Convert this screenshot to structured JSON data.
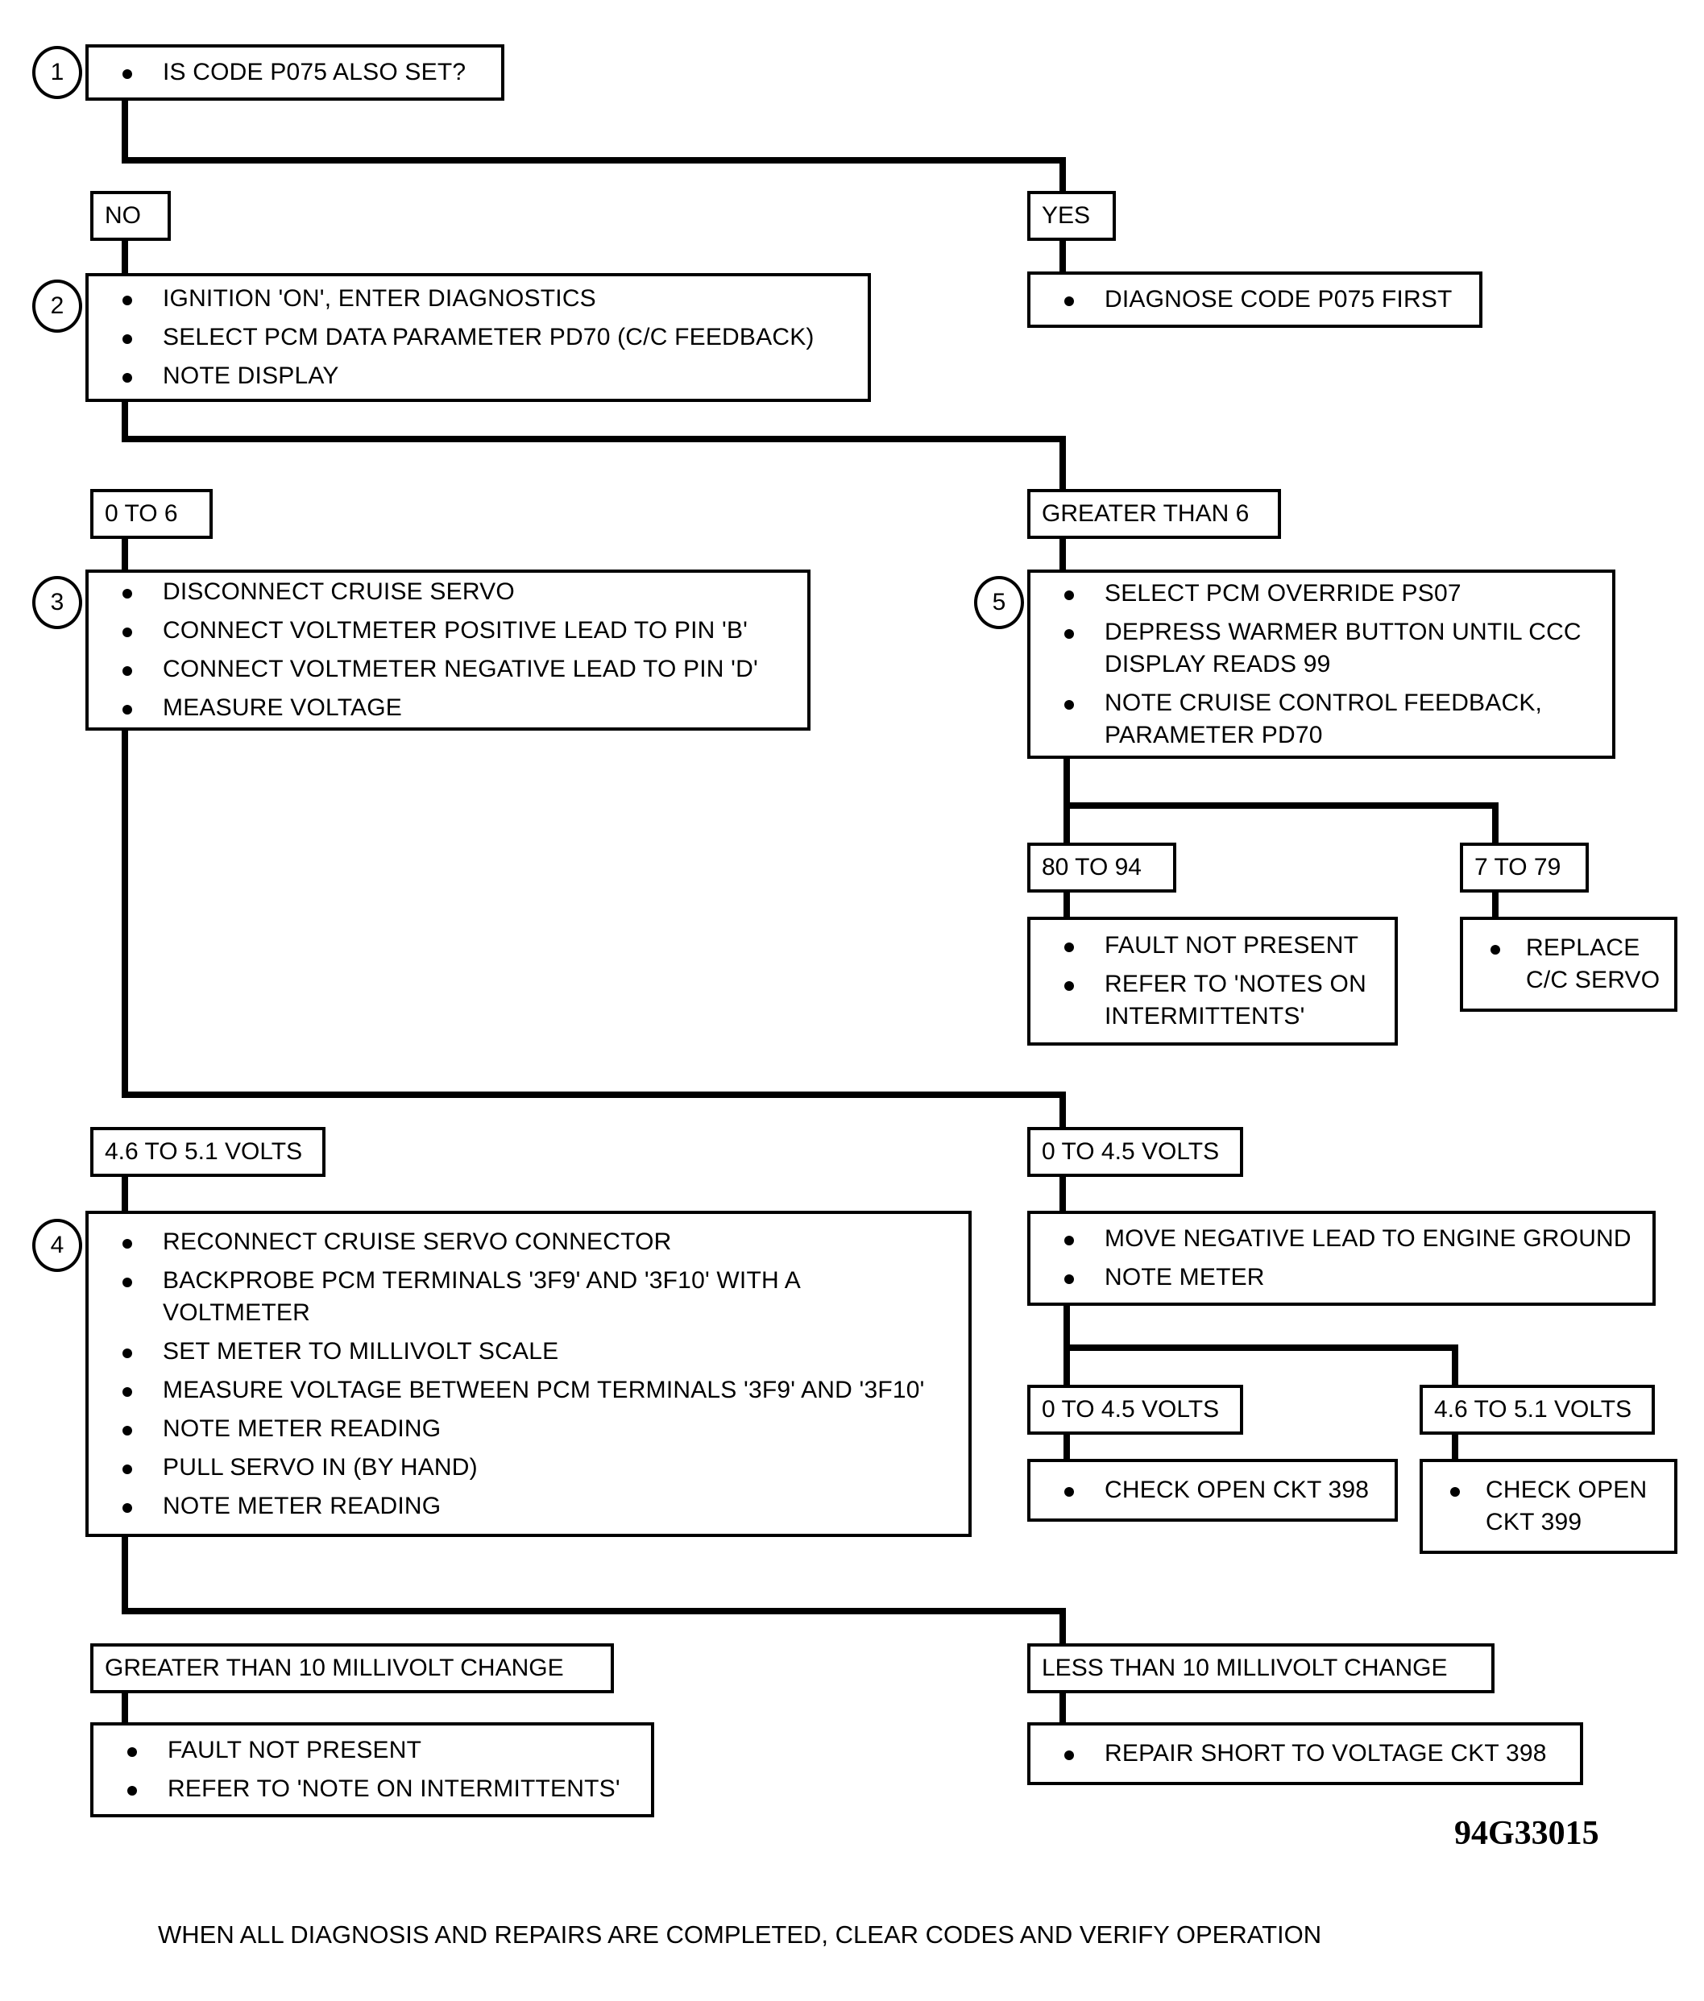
{
  "figure": {
    "code": "94G33015",
    "footer_note": "WHEN ALL DIAGNOSIS AND REPAIRS ARE COMPLETED, CLEAR CODES AND VERIFY OPERATION"
  },
  "steps": {
    "s1": "1",
    "s2": "2",
    "s3": "3",
    "s4": "4",
    "s5": "5"
  },
  "nodes": {
    "step1": {
      "lines": [
        "IS CODE P075 ALSO SET?"
      ]
    },
    "branch_no": {
      "label": "NO"
    },
    "branch_yes": {
      "label": "YES"
    },
    "diagnose_p075": {
      "lines": [
        "DIAGNOSE CODE P075 FIRST"
      ]
    },
    "step2": {
      "lines": [
        "IGNITION 'ON', ENTER DIAGNOSTICS",
        "SELECT PCM DATA PARAMETER PD70 (C/C FEEDBACK)",
        "NOTE DISPLAY"
      ]
    },
    "branch_0to6": {
      "label": "0 TO 6"
    },
    "branch_gt6": {
      "label": "GREATER THAN 6"
    },
    "step3": {
      "lines": [
        "DISCONNECT CRUISE SERVO",
        "CONNECT VOLTMETER POSITIVE LEAD TO PIN 'B'",
        "CONNECT VOLTMETER NEGATIVE LEAD TO PIN 'D'",
        "MEASURE VOLTAGE"
      ]
    },
    "step5": {
      "lines": [
        "SELECT PCM OVERRIDE PS07",
        "DEPRESS WARMER BUTTON UNTIL CCC\nDISPLAY READS 99",
        "NOTE CRUISE CONTROL FEEDBACK,\nPARAMETER PD70"
      ]
    },
    "branch_80to94": {
      "label": "80 TO 94"
    },
    "branch_7to79": {
      "label": "7 TO 79"
    },
    "fault_not_present_a": {
      "lines": [
        "FAULT NOT PRESENT",
        "REFER TO 'NOTES ON\nINTERMITTENTS'"
      ]
    },
    "replace_servo": {
      "lines": [
        "REPLACE\nC/C SERVO"
      ]
    },
    "branch_46to51_a": {
      "label": "4.6 TO 5.1 VOLTS"
    },
    "branch_0to45_a": {
      "label": "0 TO 4.5 VOLTS"
    },
    "step4": {
      "lines": [
        "RECONNECT CRUISE SERVO CONNECTOR",
        "BACKPROBE PCM TERMINALS '3F9' AND '3F10' WITH A\nVOLTMETER",
        "SET METER TO MILLIVOLT SCALE",
        "MEASURE VOLTAGE BETWEEN PCM TERMINALS '3F9' AND '3F10'",
        "NOTE METER READING",
        "PULL SERVO IN  (BY HAND)",
        "NOTE METER READING"
      ]
    },
    "move_neg_lead": {
      "lines": [
        "MOVE NEGATIVE LEAD TO ENGINE GROUND",
        "NOTE METER"
      ]
    },
    "branch_0to45_b": {
      "label": "0 TO 4.5 VOLTS"
    },
    "branch_46to51_b": {
      "label": "4.6 TO 5.1 VOLTS"
    },
    "check_open_398": {
      "lines": [
        "CHECK OPEN CKT 398"
      ]
    },
    "check_open_399": {
      "lines": [
        "CHECK OPEN\nCKT 399"
      ]
    },
    "branch_gt10mv": {
      "label": "GREATER THAN 10 MILLIVOLT CHANGE"
    },
    "branch_lt10mv": {
      "label": "LESS THAN 10 MILLIVOLT CHANGE"
    },
    "fault_not_present_b": {
      "lines": [
        "FAULT NOT PRESENT",
        "REFER TO 'NOTE ON INTERMITTENTS'"
      ]
    },
    "repair_short_398": {
      "lines": [
        "REPAIR SHORT TO VOLTAGE CKT 398"
      ]
    }
  }
}
